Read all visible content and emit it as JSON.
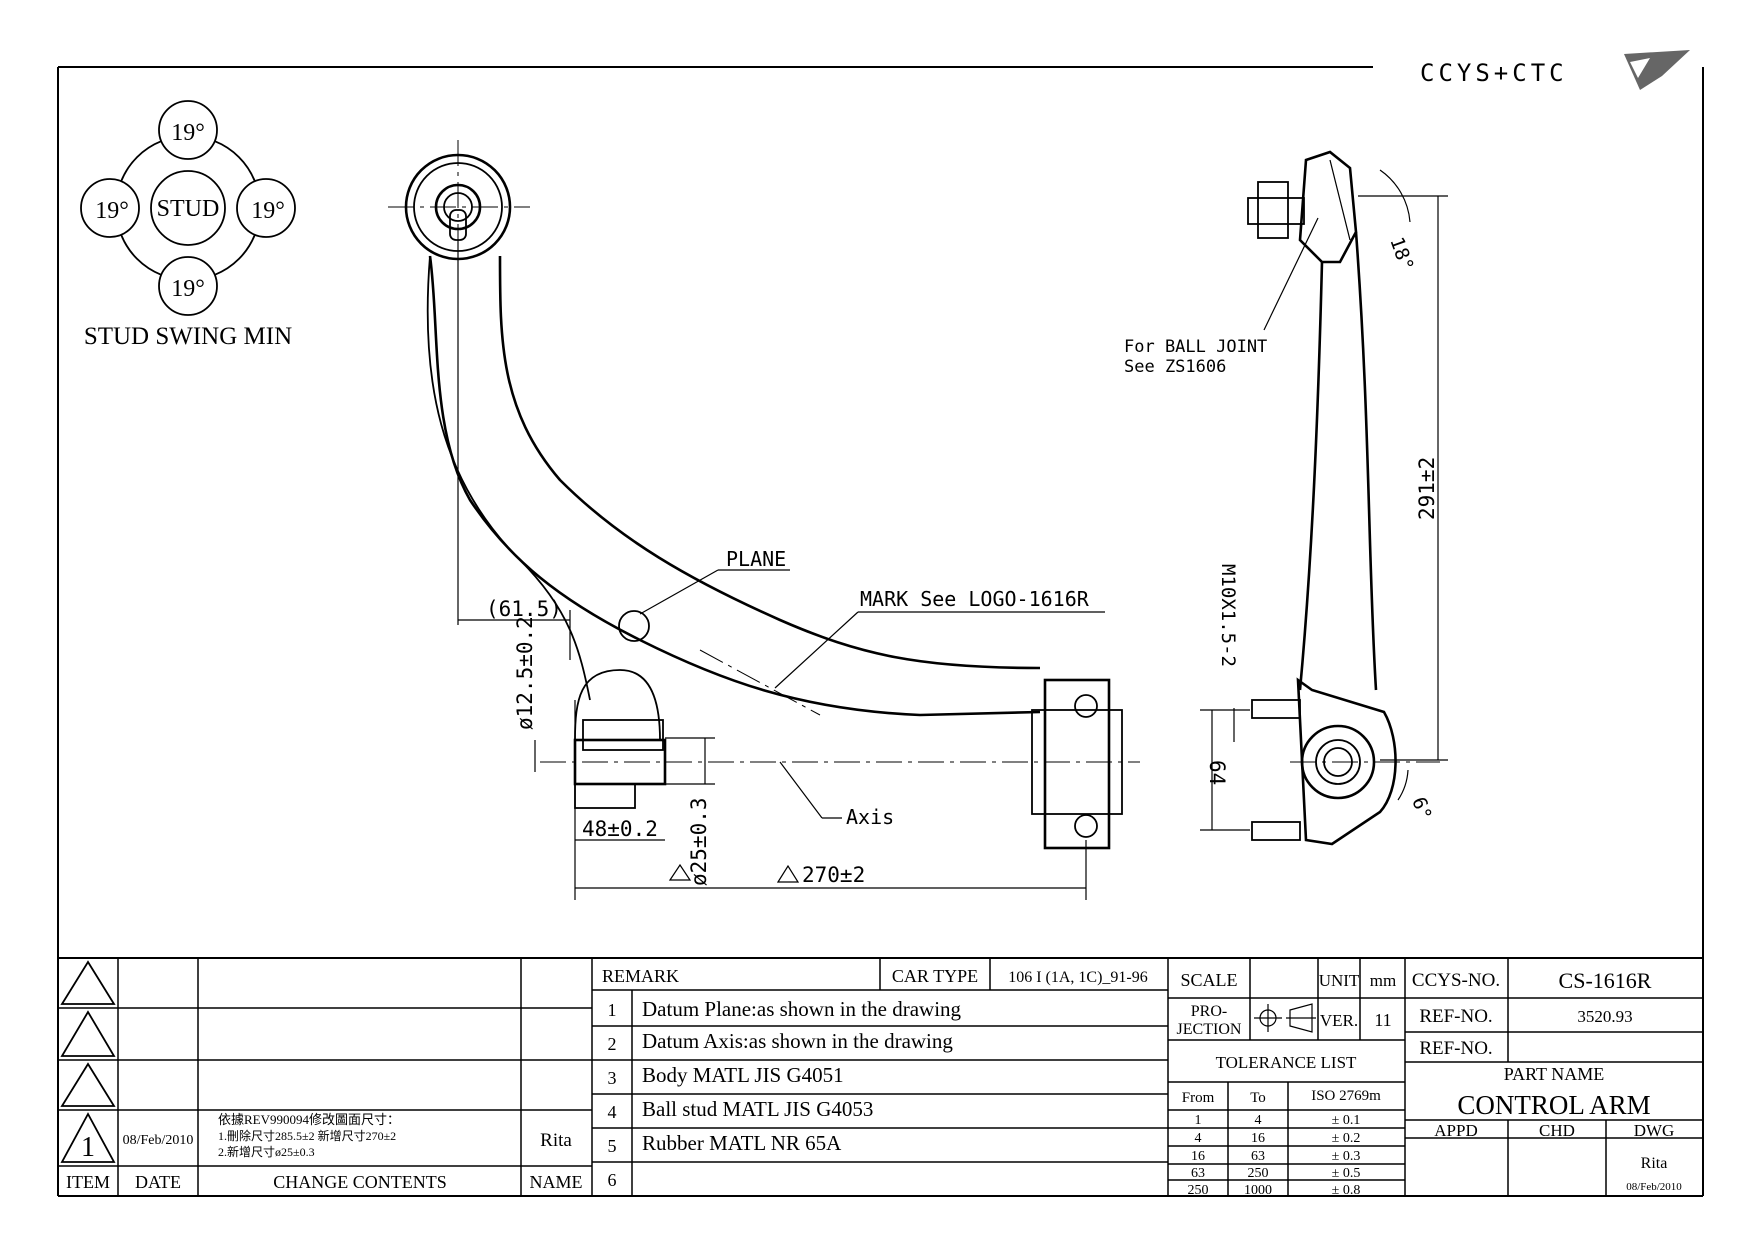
{
  "brand": {
    "logo_text": "CCYS+CTC"
  },
  "stud_swing": {
    "center": "STUD",
    "top": "19°",
    "left": "19°",
    "right": "19°",
    "bottom": "19°",
    "caption": "STUD SWING MIN"
  },
  "annotations": {
    "plane": "PLANE",
    "mark": "MARK See LOGO-1616R",
    "axis": "Axis",
    "ball_joint_1": "For BALL JOINT",
    "ball_joint_2": "See ZS1606"
  },
  "dimensions": {
    "d61_5": "(61.5)",
    "d12_5": "ø12.5±0.2",
    "d48": "48±0.2",
    "d25": "ø25±0.3",
    "d270": "270±2",
    "d291": "291±2",
    "m10": "M10X1.5-2",
    "d64": "64",
    "a18": "18°",
    "a6": "6°"
  },
  "revision": {
    "item": "1",
    "date": "08/Feb/2010",
    "contents_1": "依據REV990094修改圖面尺寸：",
    "contents_2": "1.刪除尺寸285.5±2  新增尺寸270±2",
    "contents_3": "2.新增尺寸ø25±0.3",
    "name": "Rita"
  },
  "revision_headers": {
    "item": "ITEM",
    "date": "DATE",
    "contents": "CHANGE CONTENTS",
    "name": "NAME"
  },
  "remarks": {
    "header": "REMARK",
    "car_type_label": "CAR TYPE",
    "car_type_value": "106 I (1A, 1C)_91-96",
    "rows": [
      {
        "no": "1",
        "text": "Datum Plane:as shown in the drawing"
      },
      {
        "no": "2",
        "text": "Datum Axis:as shown in the drawing"
      },
      {
        "no": "3",
        "text": "Body MATL JIS G4051"
      },
      {
        "no": "4",
        "text": "Ball stud MATL JIS G4053"
      },
      {
        "no": "5",
        "text": "Rubber MATL NR 65A"
      },
      {
        "no": "6",
        "text": ""
      }
    ]
  },
  "spec": {
    "scale_label": "SCALE",
    "unit_label": "UNIT",
    "unit_value": "mm",
    "projection_1": "PRO-",
    "projection_2": "JECTION",
    "ver_label": "VER.",
    "ver_value": "11",
    "tolerance_title": "TOLERANCE LIST",
    "tol_headers": {
      "from": "From",
      "to": "To",
      "iso": "ISO 2769m"
    },
    "tolerances": [
      {
        "from": "1",
        "to": "4",
        "tol": "± 0.1"
      },
      {
        "from": "4",
        "to": "16",
        "tol": "± 0.2"
      },
      {
        "from": "16",
        "to": "63",
        "tol": "± 0.3"
      },
      {
        "from": "63",
        "to": "250",
        "tol": "± 0.5"
      },
      {
        "from": "250",
        "to": "1000",
        "tol": "± 0.8"
      }
    ]
  },
  "title_block": {
    "ccys_label": "CCYS-NO.",
    "ccys_value": "CS-1616R",
    "ref1_label": "REF-NO.",
    "ref1_value": "3520.93",
    "ref2_label": "REF-NO.",
    "ref2_value": "",
    "part_name_label": "PART NAME",
    "part_name": "CONTROL ARM",
    "appd": "APPD",
    "chd": "CHD",
    "dwg": "DWG",
    "dwg_name": "Rita",
    "dwg_date": "08/Feb/2010"
  }
}
